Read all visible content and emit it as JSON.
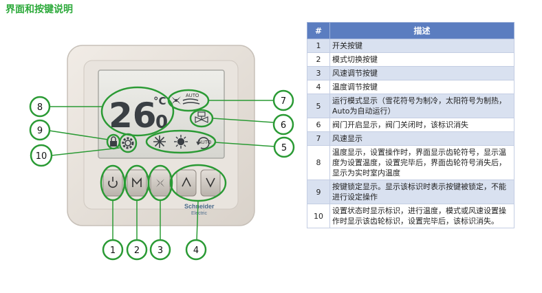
{
  "title": "界面和按键说明",
  "device": {
    "temperature_big": "26",
    "temperature_small": "0",
    "unit": "°C",
    "auto_label_top": "AUTO",
    "auto_label_bottom": "AUTO",
    "brand_line1": "Schneider",
    "brand_line2": "Electric",
    "buttons": [
      {
        "name": "power",
        "icon": "power-icon",
        "glyph": "⏻"
      },
      {
        "name": "mode",
        "icon": "mode-m-icon",
        "glyph": "M"
      },
      {
        "name": "fan",
        "icon": "fan-icon",
        "glyph": "✣"
      },
      {
        "name": "up",
        "icon": "chevron-up-icon",
        "glyph": "∧"
      },
      {
        "name": "down",
        "icon": "chevron-down-icon",
        "glyph": "∨"
      }
    ]
  },
  "callouts": [
    "1",
    "2",
    "3",
    "4",
    "5",
    "6",
    "7",
    "8",
    "9",
    "10"
  ],
  "highlight_color": "#2a9a34",
  "table": {
    "headers": [
      "#",
      "描述"
    ],
    "rows": [
      {
        "num": "1",
        "text": "开关按键"
      },
      {
        "num": "2",
        "text": "模式切换按键"
      },
      {
        "num": "3",
        "text": "风速调节按键"
      },
      {
        "num": "4",
        "text": "温度调节按键"
      },
      {
        "num": "5",
        "text": "运行模式显示（雪花符号为制冷，太阳符号为制热，Auto为自动运行）"
      },
      {
        "num": "6",
        "text": "阀门开启显示，阀门关闭时，该标识消失"
      },
      {
        "num": "7",
        "text": "风速显示"
      },
      {
        "num": "8",
        "text": "温度显示，设置操作时，界面显示齿轮符号，显示温度为设置温度，设置完毕后，界面齿轮符号消失后，显示为实时室内温度"
      },
      {
        "num": "9",
        "text": "按键锁定显示。显示该标识时表示按键被锁定，不能进行设定操作"
      },
      {
        "num": "10",
        "text": "设置状态时显示标识，进行温度，模式或风速设置操作时显示该齿轮标识，设置完毕后，该标识消失。"
      }
    ]
  }
}
